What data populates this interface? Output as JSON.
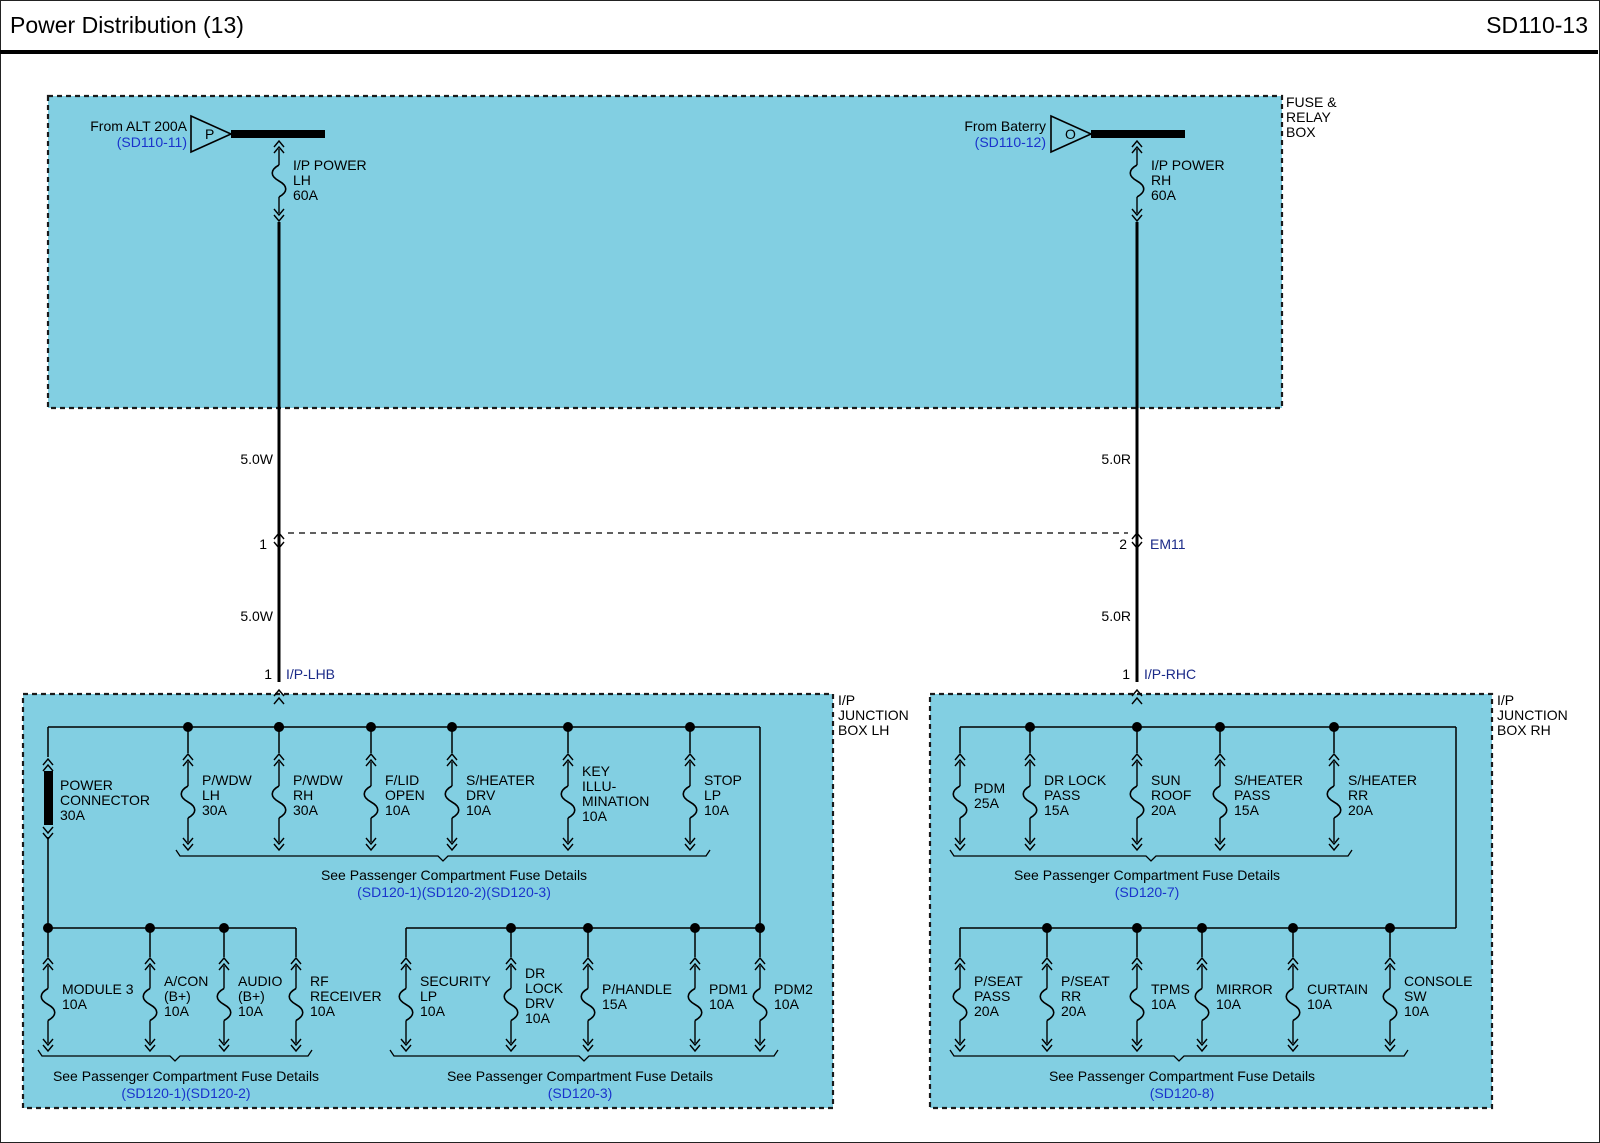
{
  "header": {
    "title": "Power Distribution (13)",
    "code": "SD110-13"
  },
  "colors": {
    "box_fill": "#82cfe2",
    "ref": "#1a33cc",
    "connector": "#1a2a88",
    "line": "#000000"
  },
  "fuse_relay_box": {
    "label": [
      "FUSE &",
      "RELAY",
      "BOX"
    ],
    "left_source": {
      "text": "From ALT 200A",
      "ref": "(SD110-11)",
      "symbol": "P"
    },
    "right_source": {
      "text": "From Baterry",
      "ref": "(SD110-12)",
      "symbol": "O"
    },
    "left_fuse": [
      "I/P POWER",
      "LH",
      "60A"
    ],
    "right_fuse": [
      "I/P POWER",
      "RH",
      "60A"
    ]
  },
  "wires": {
    "left_top": "5.0W",
    "left_bottom": "5.0W",
    "right_top": "5.0R",
    "right_bottom": "5.0R"
  },
  "em11": {
    "name": "EM11",
    "pin_left": "1",
    "pin_right": "2"
  },
  "ip_lhb": {
    "name": "I/P-LHB",
    "pin": "1"
  },
  "ip_rhc": {
    "name": "I/P-RHC",
    "pin": "1"
  },
  "jb_lh": {
    "label": [
      "I/P",
      "JUNCTION",
      "BOX LH"
    ],
    "power_connector": [
      "POWER",
      "CONNECTOR",
      "30A"
    ],
    "top_fuses": [
      [
        "P/WDW",
        "LH",
        "30A"
      ],
      [
        "P/WDW",
        "RH",
        "30A"
      ],
      [
        "F/LID",
        "OPEN",
        "10A"
      ],
      [
        "S/HEATER",
        "DRV",
        "10A"
      ],
      [
        "KEY",
        "ILLU-",
        "MINATION",
        "10A"
      ],
      [
        "STOP",
        "LP",
        "10A"
      ]
    ],
    "top_note": "See Passenger Compartment Fuse Details",
    "top_refs": "(SD120-1)(SD120-2)(SD120-3)",
    "bottom_left_fuses": [
      [
        "MODULE 3",
        "10A"
      ],
      [
        "A/CON",
        "(B+)",
        "10A"
      ],
      [
        "AUDIO",
        "(B+)",
        "10A"
      ],
      [
        "RF",
        "RECEIVER",
        "10A"
      ]
    ],
    "bottom_left_note": "See Passenger Compartment Fuse Details",
    "bottom_left_refs": "(SD120-1)(SD120-2)",
    "bottom_right_fuses": [
      [
        "SECURITY",
        "LP",
        "10A"
      ],
      [
        "DR",
        "LOCK",
        "DRV",
        "10A"
      ],
      [
        "P/HANDLE",
        "15A"
      ],
      [
        "PDM1",
        "10A"
      ],
      [
        "PDM2",
        "10A"
      ]
    ],
    "bottom_right_note": "See Passenger Compartment Fuse Details",
    "bottom_right_refs": "(SD120-3)"
  },
  "jb_rh": {
    "label": [
      "I/P",
      "JUNCTION",
      "BOX RH"
    ],
    "top_fuses": [
      [
        "PDM",
        "25A"
      ],
      [
        "DR LOCK",
        "PASS",
        "15A"
      ],
      [
        "SUN",
        "ROOF",
        "20A"
      ],
      [
        "S/HEATER",
        "PASS",
        "15A"
      ],
      [
        "S/HEATER",
        "RR",
        "20A"
      ]
    ],
    "top_note": "See Passenger Compartment Fuse Details",
    "top_refs": "(SD120-7)",
    "bottom_fuses": [
      [
        "P/SEAT",
        "PASS",
        "20A"
      ],
      [
        "P/SEAT",
        "RR",
        "20A"
      ],
      [
        "TPMS",
        "10A"
      ],
      [
        "MIRROR",
        "10A"
      ],
      [
        "CURTAIN",
        "10A"
      ],
      [
        "CONSOLE",
        "SW",
        "10A"
      ]
    ],
    "bottom_note": "See Passenger Compartment Fuse Details",
    "bottom_refs": "(SD120-8)"
  }
}
